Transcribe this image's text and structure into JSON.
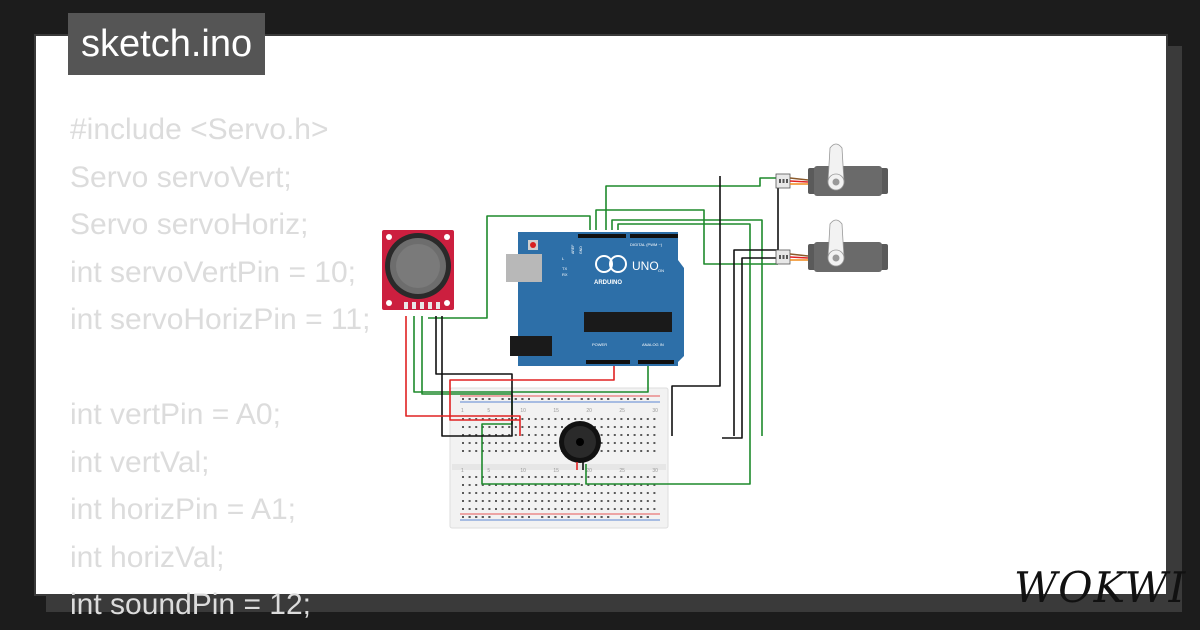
{
  "file": {
    "name": "sketch.ino"
  },
  "code_lines": [
    "#include <Servo.h>",
    "Servo servoVert;",
    "Servo servoHoriz;",
    "int servoVertPin = 10;",
    "int servoHorizPin = 11;",
    "",
    "int vertPin = A0;",
    "int vertVal;",
    "int horizPin = A1;",
    "int horizVal;",
    "int soundPin = 12;"
  ],
  "brand": {
    "logo_text": "WOKWI"
  },
  "board": {
    "name": "UNO",
    "brand": "ARDUINO",
    "labels": [
      "DIGITAL (PWM ~)",
      "POWER",
      "ANALOG IN",
      "TX",
      "RX",
      "L",
      "ON",
      "AREF",
      "GND"
    ]
  },
  "breadboard": {
    "column_numbers": [
      "1",
      "5",
      "10",
      "15",
      "20",
      "25",
      "30"
    ]
  },
  "colors": {
    "background": "#1c1c1c",
    "card": "#ffffff",
    "code_text": "#dcdcdc",
    "filename_tag": "#555555",
    "board": "#2d6fa8",
    "joystick": "#cc1f3f",
    "wire_green": "#1e8a2c",
    "wire_red": "#e02222",
    "wire_black": "#111111"
  },
  "icons": [
    "joystick-icon",
    "arduino-uno-icon",
    "servo-motor-icon",
    "buzzer-icon",
    "breadboard-icon"
  ]
}
